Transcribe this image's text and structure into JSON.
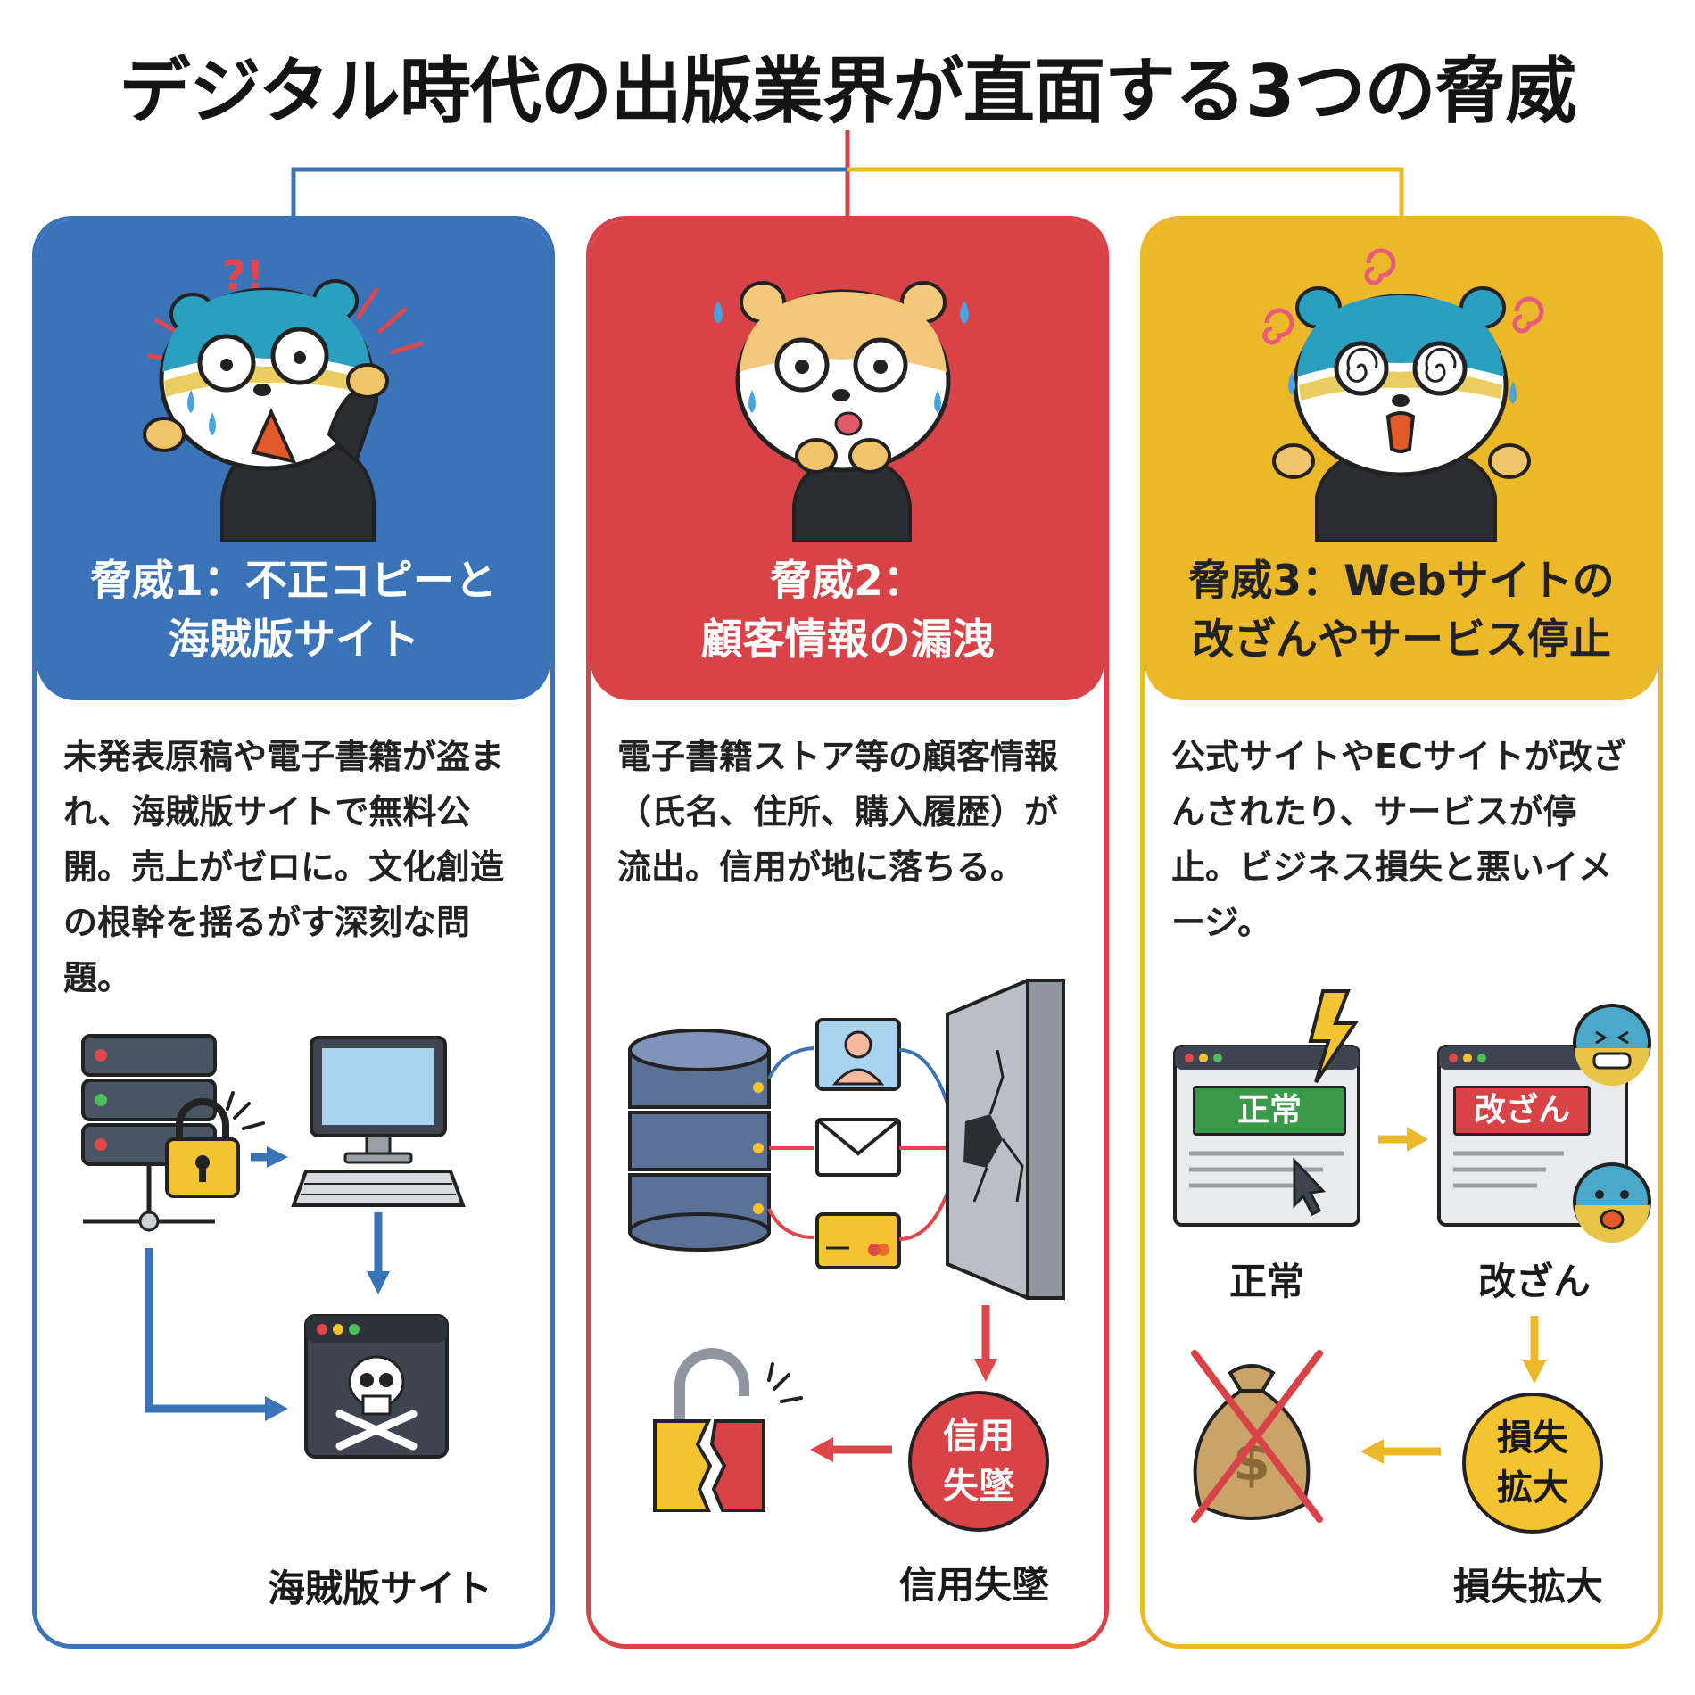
{
  "title": "デジタル時代の出版業界が直面する3つの脅威",
  "colors": {
    "blue": "#3a73b8",
    "red": "#d84348",
    "yellow": "#ebb829",
    "dark": "#3f4550"
  },
  "threats": [
    {
      "title_line1": "脅威1：不正コピーと",
      "title_line2": "海賊版サイト",
      "desc": "未発表原稿や電子書籍が盗まれ、海賊版サイトで無料公開。売上がゼロに。文化創造の根幹を揺るがす深刻な問題。",
      "mascot": "shocked-hamster-icon",
      "flow_label": "海賊版サイト"
    },
    {
      "title_line1": "脅威2：",
      "title_line2": "顧客情報の漏洩",
      "desc": "電子書籍ストア等の顧客情報（氏名、住所、購入履歴）が流出。信用が地に落ちる。",
      "mascot": "worried-hamster-icon",
      "badge_line1": "信用",
      "badge_line2": "失墜",
      "flow_label": "信用失墜"
    },
    {
      "title_line1": "脅威3：Webサイトの",
      "title_line2": "改ざんやサービス停止",
      "desc": "公式サイトやECサイトが改ざんされたり、サービスが停止。ビジネス損失と悪いイメージ。",
      "mascot": "dizzy-hamster-icon",
      "tag_normal": "正常",
      "tag_tampered": "改ざん",
      "label_normal": "正常",
      "label_tampered": "改ざん",
      "badge_line1": "損失",
      "badge_line2": "拡大",
      "flow_label": "損失拡大"
    }
  ]
}
